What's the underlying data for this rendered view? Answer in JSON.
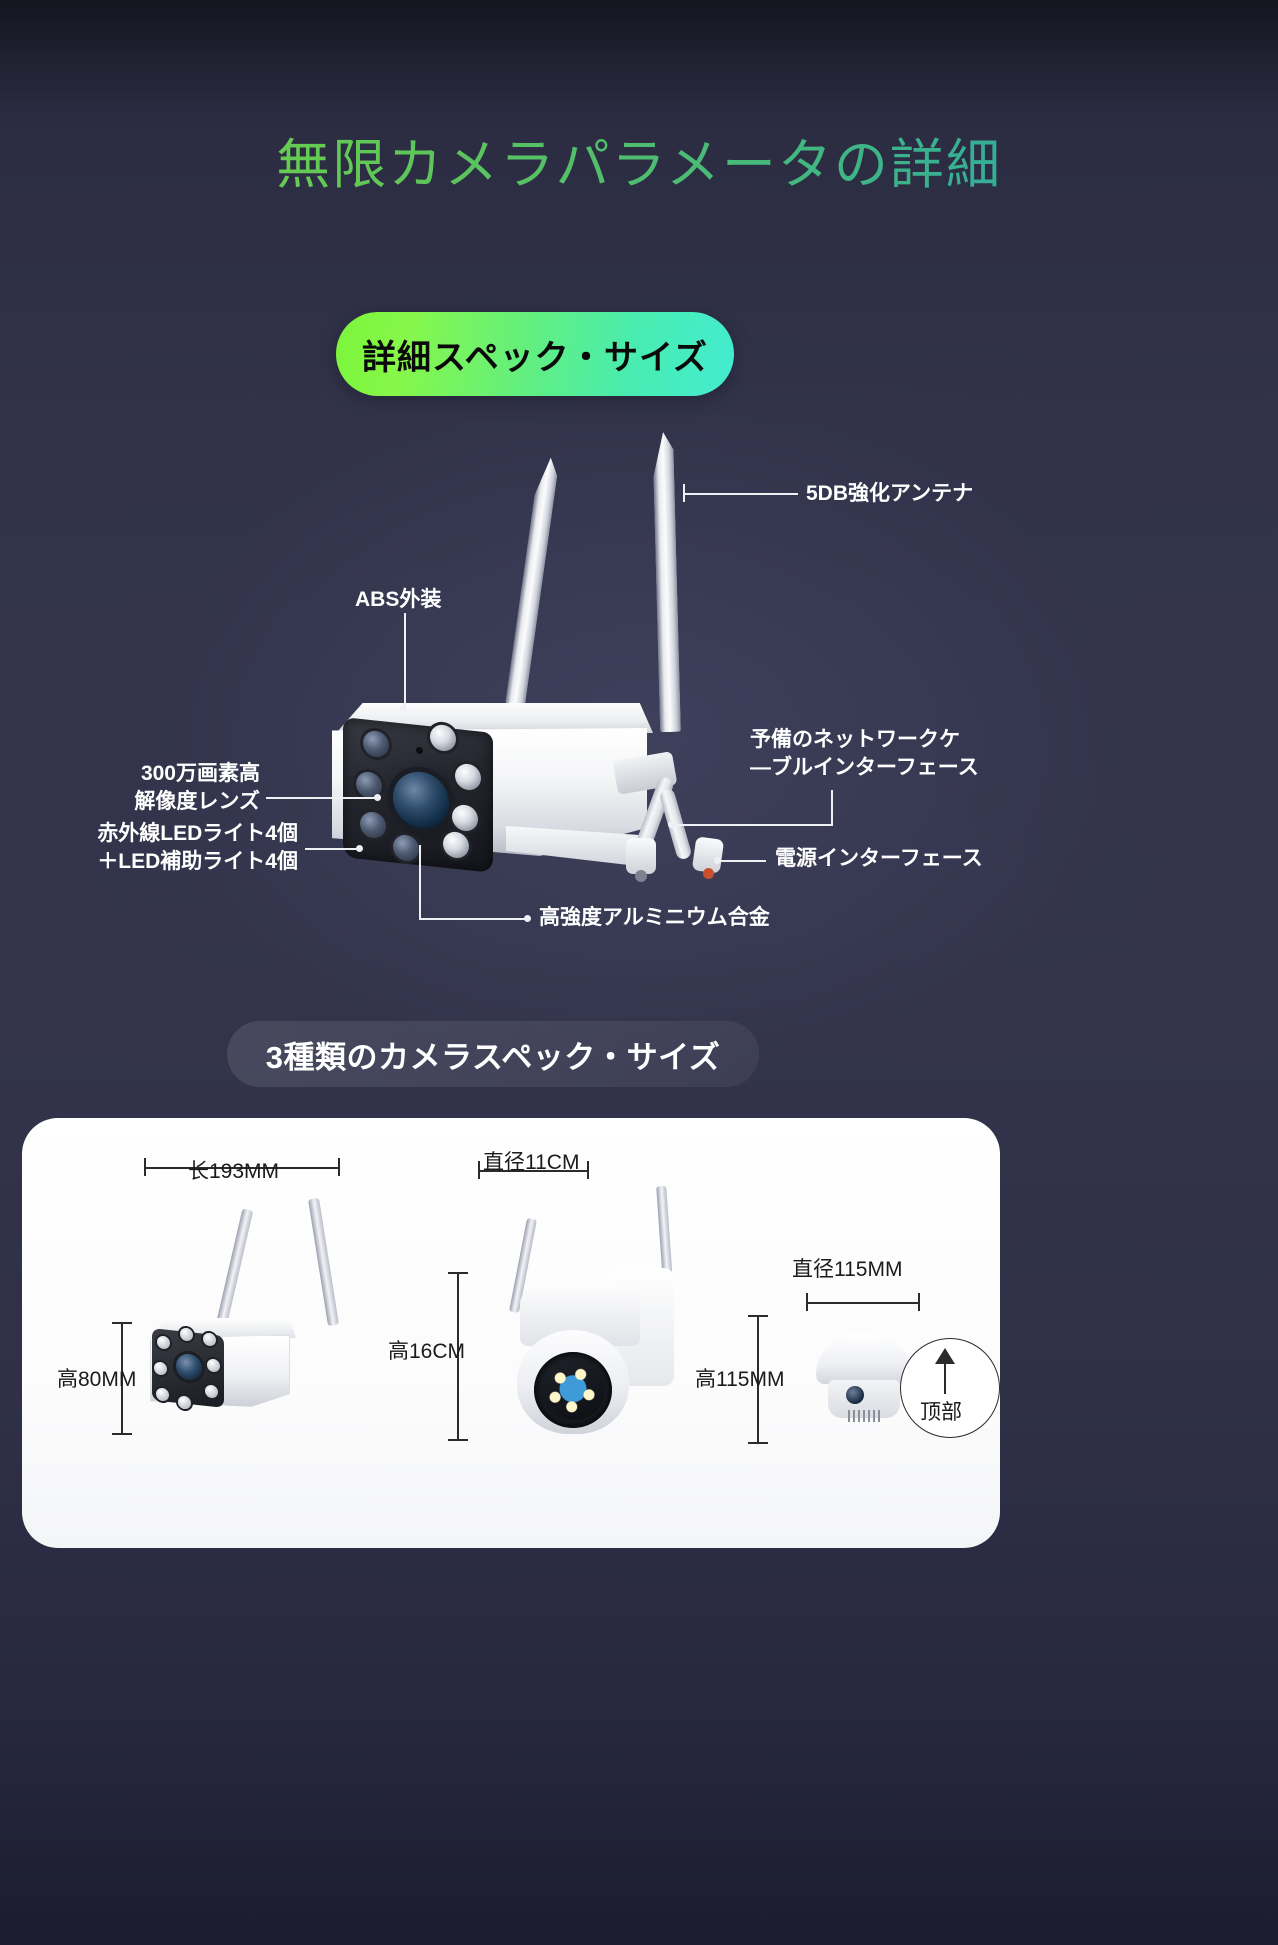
{
  "page": {
    "title": "無限カメラパラメータの詳細",
    "background_top": "#2b2c42",
    "accent_green": "#7bf53a",
    "accent_cyan": "#44ecd2"
  },
  "badges": {
    "spec_size": "詳細スペック・サイズ",
    "three_types": "3種類のカメラスペック・サイズ"
  },
  "camera_callouts": [
    {
      "id": "antenna",
      "label": "5DB強化アンテナ"
    },
    {
      "id": "abs-housing",
      "label": "ABS外装"
    },
    {
      "id": "lens",
      "label": "300万画素高\n解像度レンズ"
    },
    {
      "id": "ir-led",
      "label": "赤外線LEDライト4個\n＋LED補助ライト4個"
    },
    {
      "id": "network-port",
      "label": "予備のネットワークケ\n―ブルインターフェース"
    },
    {
      "id": "power-port",
      "label": "電源インターフェース"
    },
    {
      "id": "alloy",
      "label": "高強度アルミニウム合金"
    }
  ],
  "dimensions": {
    "bullet": {
      "length": "长193MM",
      "height": "高80MM"
    },
    "ptz": {
      "diameter": "直径11CM",
      "height": "高16CM"
    },
    "dome": {
      "diameter": "直径115MM",
      "height": "高115MM",
      "top_label": "顶部"
    }
  }
}
